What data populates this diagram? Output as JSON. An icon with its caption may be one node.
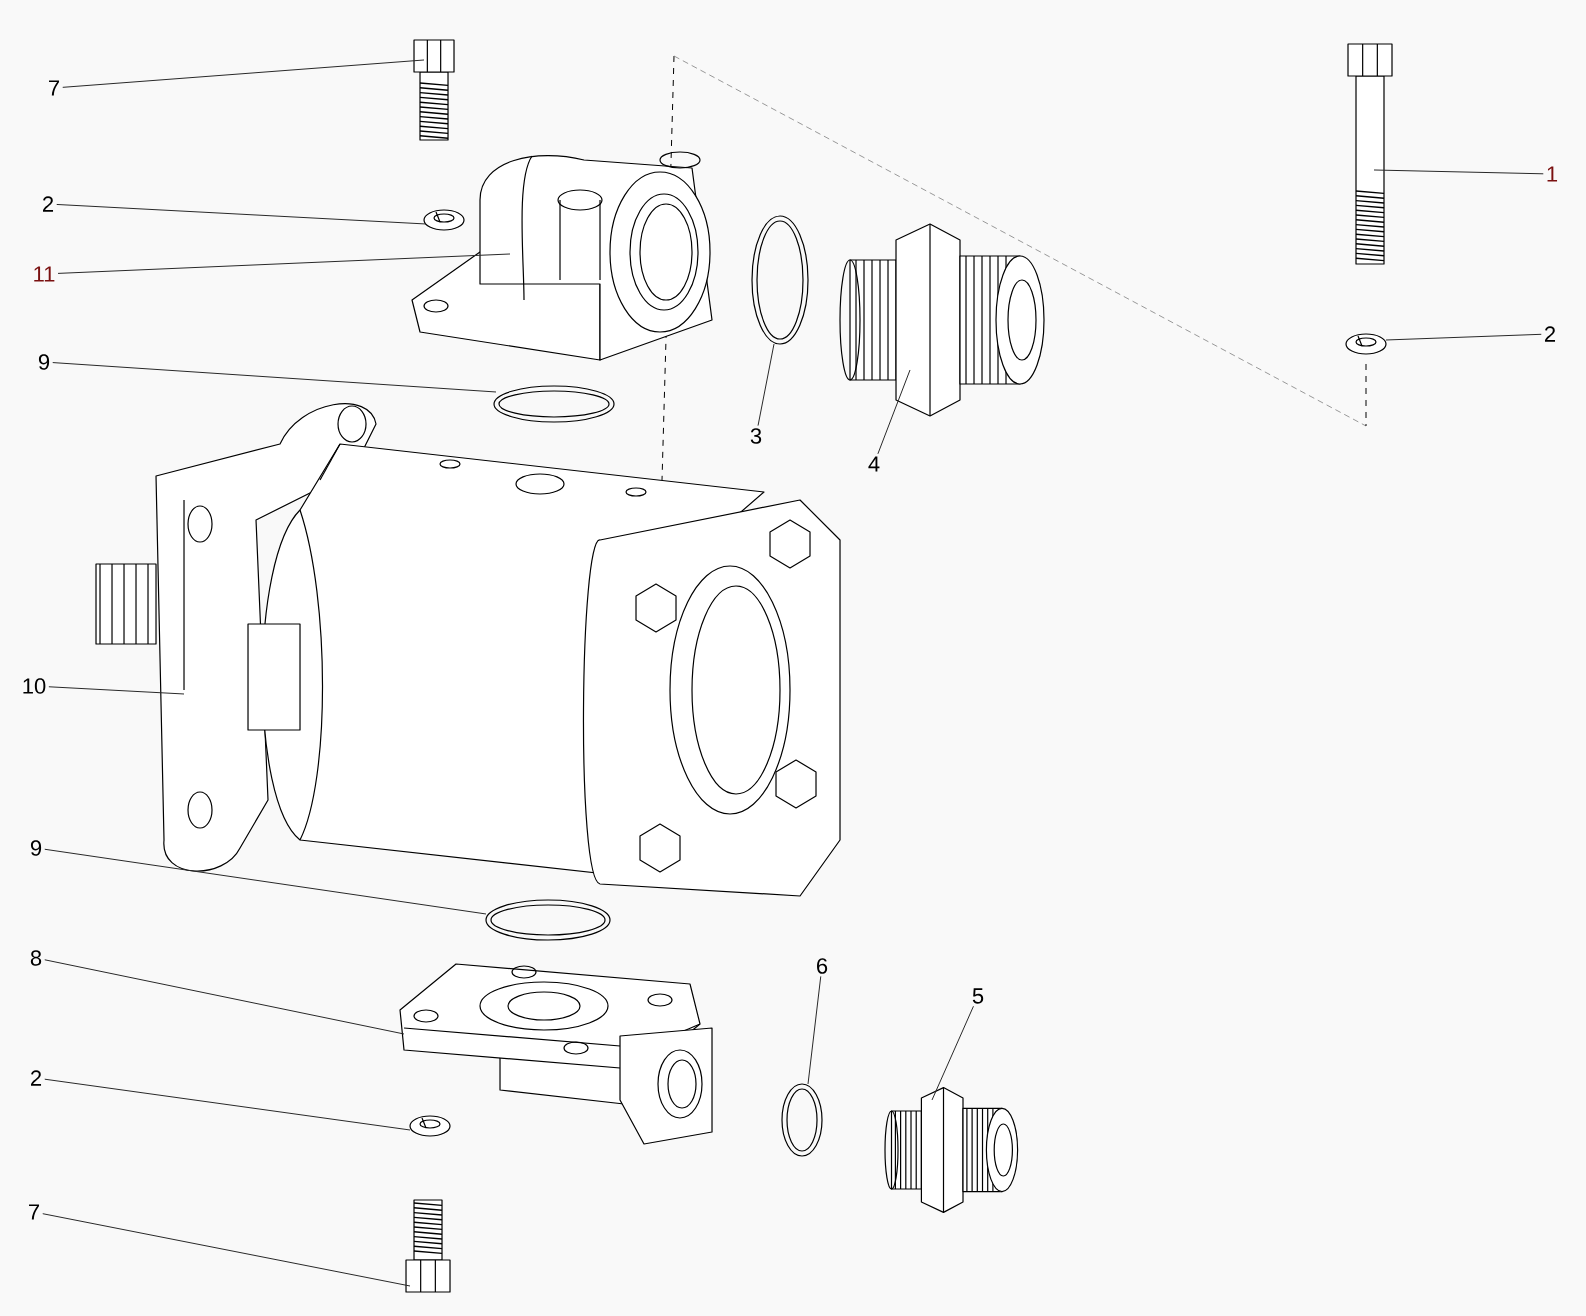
{
  "diagram": {
    "nodes": [
      {
        "text": [
          "7"
        ]
      },
      {
        "text": [
          "2"
        ]
      },
      {
        "text": [
          "11"
        ]
      },
      {
        "text": [
          "9"
        ]
      },
      {
        "text": [
          "10"
        ]
      },
      {
        "text": [
          "9"
        ]
      },
      {
        "text": [
          "8"
        ]
      },
      {
        "text": [
          "2"
        ]
      },
      {
        "text": [
          "7"
        ]
      },
      {
        "text": [
          "3"
        ]
      },
      {
        "text": [
          "4"
        ]
      },
      {
        "text": [
          "1"
        ]
      },
      {
        "text": [
          "2"
        ]
      },
      {
        "text": [
          "6"
        ]
      },
      {
        "text": [
          "5"
        ]
      },
      {
        "text": [],
        "shape": "picture"
      },
      {
        "text": [],
        "shape": "picture"
      },
      {
        "text": [],
        "shape": "picture"
      },
      {
        "text": [],
        "shape": "picture"
      },
      {
        "text": [],
        "shape": "picture"
      },
      {
        "text": [],
        "shape": "picture"
      },
      {
        "text": [],
        "shape": "picture"
      },
      {
        "text": [],
        "shape": "picture"
      },
      {
        "text": [],
        "shape": "picture"
      },
      {
        "text": [],
        "shape": "picture"
      },
      {
        "text": [],
        "shape": "picture"
      },
      {
        "text": [],
        "shape": "picture"
      },
      {
        "text": [],
        "shape": "picture"
      },
      {
        "text": [],
        "shape": "picture"
      },
      {
        "text": [],
        "shape": "picture"
      }
    ],
    "edges": [
      {
        "from": 0,
        "to": 15,
        "arrow": "none"
      },
      {
        "from": 1,
        "to": 16,
        "arrow": "none"
      },
      {
        "from": 2,
        "to": 17,
        "arrow": "none"
      },
      {
        "from": 3,
        "to": 18,
        "arrow": "none"
      },
      {
        "from": 4,
        "to": 19,
        "arrow": "none"
      },
      {
        "from": 5,
        "to": 20,
        "arrow": "none"
      },
      {
        "from": 6,
        "to": 21,
        "arrow": "none"
      },
      {
        "from": 7,
        "to": 22,
        "arrow": "none"
      },
      {
        "from": 8,
        "to": 23,
        "arrow": "none"
      },
      {
        "from": 9,
        "to": 24,
        "arrow": "none"
      },
      {
        "from": 10,
        "to": 25,
        "arrow": "none"
      },
      {
        "from": 11,
        "to": 26,
        "arrow": "none"
      },
      {
        "from": 12,
        "to": 27,
        "arrow": "none"
      },
      {
        "from": 13,
        "to": 28,
        "arrow": "none"
      },
      {
        "from": 14,
        "to": 29,
        "arrow": "none"
      }
    ]
  }
}
